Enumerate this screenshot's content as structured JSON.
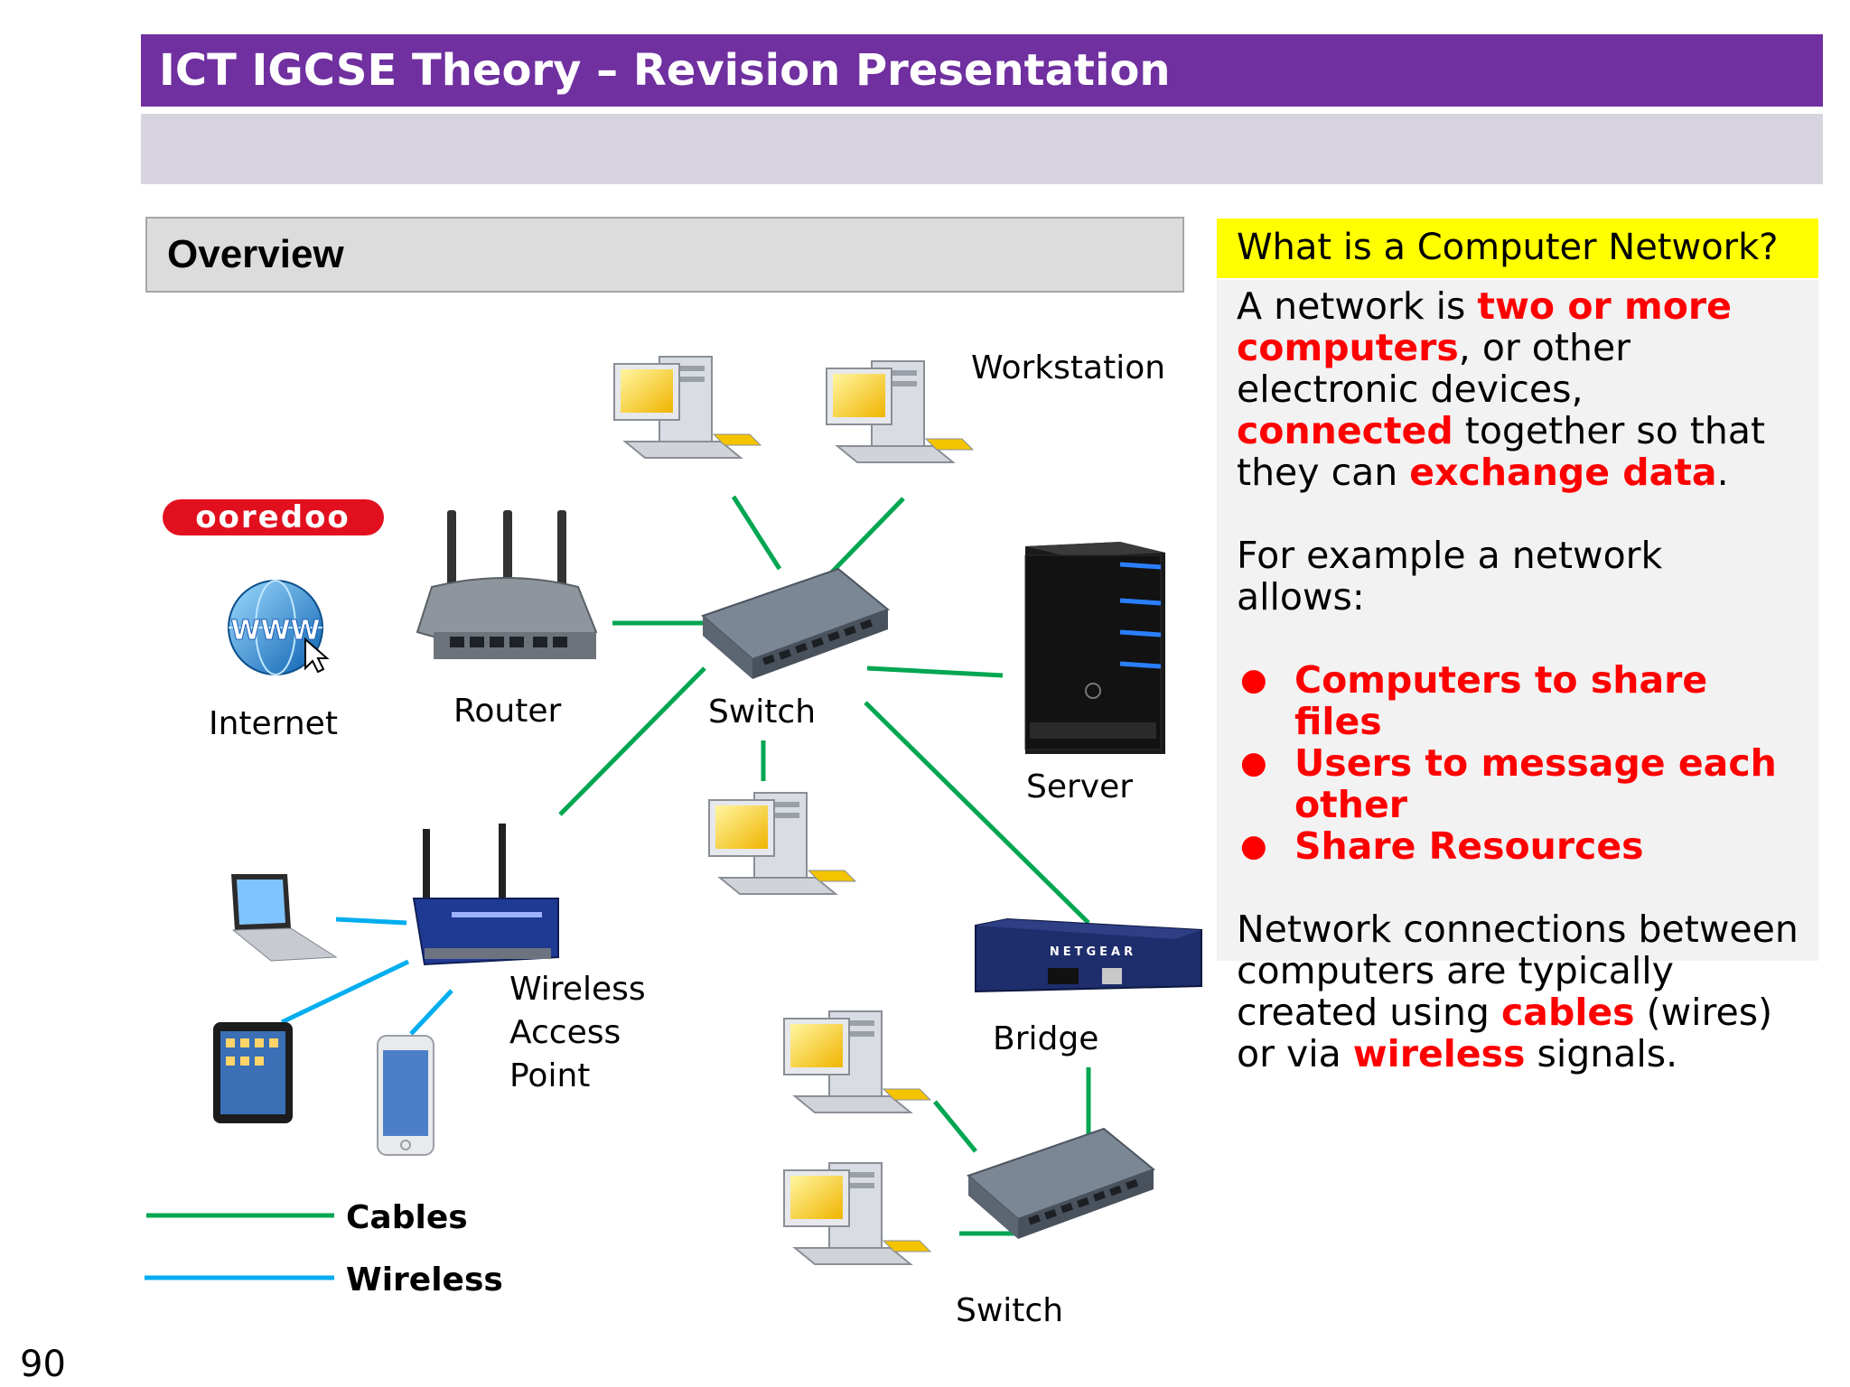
{
  "header": {
    "title": "ICT IGCSE Theory – Revision Presentation"
  },
  "overview": {
    "label": "Overview"
  },
  "panel": {
    "heading": "What is a Computer Network?",
    "p1": {
      "t1": "A network is ",
      "r1": "two or more computers",
      "t2": ", or other electronic devices, ",
      "r2": "connected",
      "t3": " together so that they can ",
      "r3": "exchange data",
      "t4": "."
    },
    "p2": "For example a network allows:",
    "bullets": [
      "Computers to share files",
      "Users to message each other",
      "Share Resources"
    ],
    "p3": {
      "t1": "Network connections between computers are typically created using ",
      "r1": "cables",
      "t2": " (wires) or via ",
      "r2": "wireless",
      "t3": " signals."
    }
  },
  "diagram": {
    "labels": {
      "workstation": "Workstation",
      "internet": "Internet",
      "router": "Router",
      "switch_top": "Switch",
      "server": "Server",
      "wap_line1": "Wireless",
      "wap_line2": "Access",
      "wap_line3": "Point",
      "bridge": "Bridge",
      "switch_bottom": "Switch",
      "isp_logo": "ooredoo",
      "www": "WWW",
      "bridge_brand": "NETGEAR"
    },
    "legend": {
      "cables": "Cables",
      "wireless": "Wireless"
    },
    "colors": {
      "cable": "#00a651",
      "wireless": "#00aeef"
    }
  },
  "footer": {
    "page_number": "90"
  }
}
